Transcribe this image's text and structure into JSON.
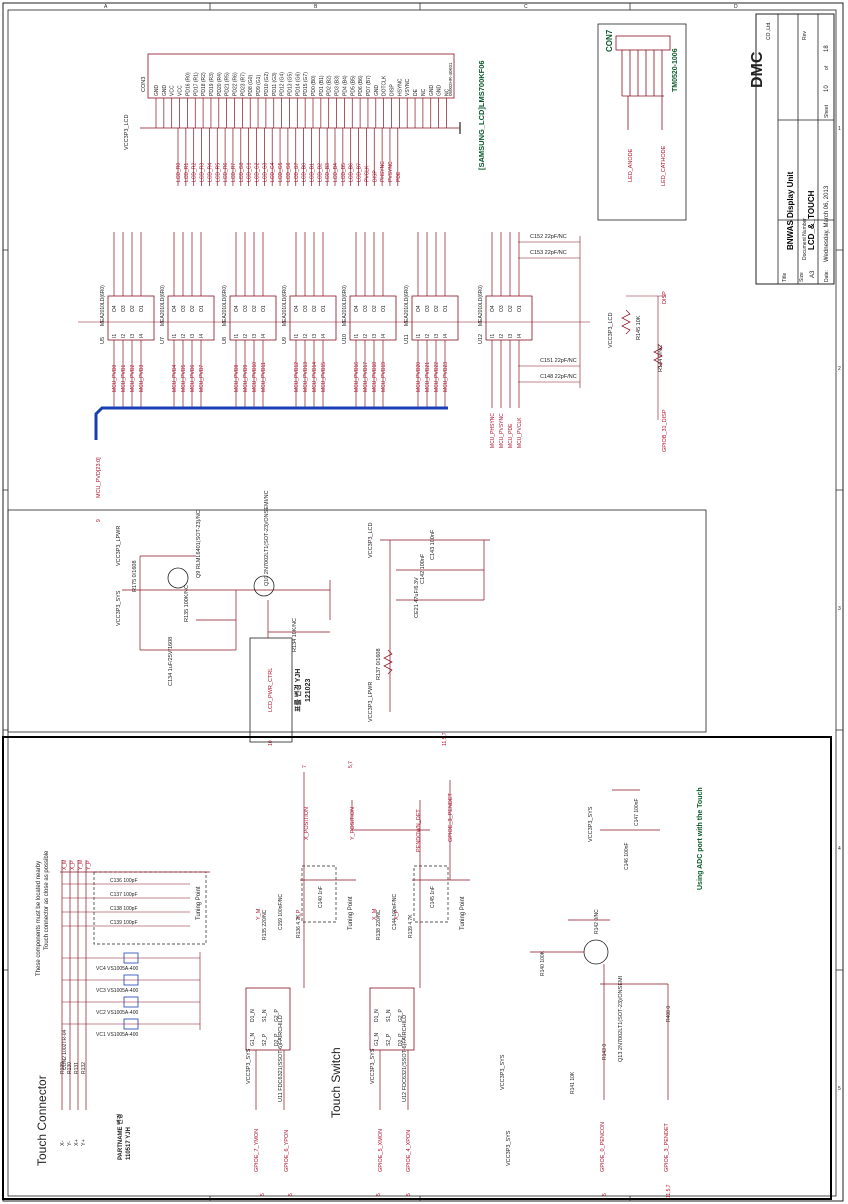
{
  "title_block": {
    "title_label": "Title",
    "title": "BNWAS Display Unit",
    "size_label": "Size",
    "size": "A3",
    "doc_label": "Document Number",
    "doc": "LCD_&_TOUCH",
    "rev_label": "Rev",
    "date_label": "Date:",
    "date": "Wednesday, March 06, 2013",
    "sheet_label": "Sheet",
    "sheet_no": "10",
    "of_label": "of",
    "sheet_total": "18",
    "logo": "DMC",
    "logo_sub": "CO.,Ltd."
  },
  "lcd": {
    "connector_ref": "CON3",
    "connector_part": "[SAMSUNG_LCD]LMS700KF06",
    "connector_model": "05002HR-40K01",
    "power_net": "VCC3P3_LCD",
    "pins": [
      "GND",
      "GND",
      "VCC",
      "VCC",
      "PD16 (R0)",
      "PD17 (R1)",
      "PD18 (R2)",
      "PD19 (R3)",
      "PD20 (R4)",
      "PD21 (R5)",
      "PD22 (R6)",
      "PD23 (R7)",
      "PD8 (G0)",
      "PD9 (G1)",
      "PD10 (G2)",
      "PD11 (G3)",
      "PD12 (G4)",
      "PD13 (G5)",
      "PD14 (G6)",
      "PD15 (G7)",
      "PD0 (B0)",
      "PD1 (B1)",
      "PD2 (B2)",
      "PD3 (B3)",
      "PD4 (B4)",
      "PD5 (B5)",
      "PD6 (B6)",
      "PD7 (B7)",
      "GND",
      "DOTCLK",
      "DISP",
      "HSYNC",
      "VSYNC",
      "DE",
      "NC",
      "GND",
      "GND",
      "NC"
    ],
    "nets_out": [
      "LCD_R0",
      "LCD_R1",
      "LCD_R2",
      "LCD_R3",
      "LCD_R4",
      "LCD_R5",
      "LCD_R6",
      "LCD_R7",
      "LCD_G0",
      "LCD_G1",
      "LCD_G2",
      "LCD_G3",
      "LCD_G4",
      "LCD_G5",
      "LCD_G6",
      "LCD_G7",
      "LCD_B0",
      "LCD_B1",
      "LCD_B2",
      "LCD_B3",
      "LCD_B4",
      "LCD_B5",
      "LCD_B6",
      "LCD_B7",
      "PVCLK",
      "DISP",
      "PHSYNC",
      "PVSYNC",
      "PDE"
    ]
  },
  "con7": {
    "ref": "CON7",
    "part": "TM0520-1006",
    "nets": [
      "LED_ANODE",
      "LED_CATHODE"
    ]
  },
  "buffers": {
    "part": "MEA2010LD(6R0)",
    "refs": [
      "U5",
      "U7",
      "U8",
      "U9",
      "U10",
      "U11",
      "U12"
    ],
    "pin_left": [
      "I1",
      "I2",
      "I3",
      "I4"
    ],
    "pin_right": [
      "O4",
      "O3",
      "O2",
      "O1"
    ],
    "bus": "MCU_PVD[23:0]",
    "mcu_nets": [
      "MCU_PVD0",
      "MCU_PVD1",
      "MCU_PVD2",
      "MCU_PVD3",
      "MCU_PVD4",
      "MCU_PVD5",
      "MCU_PVD6",
      "MCU_PVD7",
      "MCU_PVD8",
      "MCU_PVD9",
      "MCU_PVD10",
      "MCU_PVD11",
      "MCU_PVD12",
      "MCU_PVD13",
      "MCU_PVD14",
      "MCU_PVD15",
      "MCU_PVD16",
      "MCU_PVD17",
      "MCU_PVD18",
      "MCU_PVD19",
      "MCU_PVD20",
      "MCU_PVD21",
      "MCU_PVD22",
      "MCU_PVD23"
    ],
    "mcu_ctrl": [
      "MCU_PHSYNC",
      "MCU_PVSYNC",
      "MCU_PDE",
      "MCU_PVCLK"
    ],
    "caps": [
      "C152 22pF/NC",
      "C153 22pF/NC",
      "C151 22pF/NC",
      "C148 22pF/NC"
    ]
  },
  "disp": {
    "r145": "R145 10K",
    "r144": "R144 0/NC",
    "net_in": "GPIOB_31_DISP",
    "net_out": "DISP",
    "power": "VCC3P3_LCD"
  },
  "power_section": {
    "q9": "Q9 RLML6401(SOT-23)/NC",
    "q10": "Q10 2N7002LT1(SOT-23)/ONSEMI/NC",
    "r175": "R175 0/1608",
    "r135": "R135 100K/NC",
    "c134": "C134 1uF/25V/1608",
    "r134": "R134 10K/NC",
    "r137": "R137 0/1608",
    "c143": "C143 100nF",
    "c142": "C142 100nF",
    "ce21": "CE21 47uF/6.3V",
    "nets": [
      "VCC3P3_SYS",
      "VCC3P3_LCD",
      "VCC3P3_LPWR",
      "LCD_PWR_CTRL"
    ],
    "note_kr": "표를 변경 YJH",
    "note_date": "121023",
    "sheet_refs": [
      "9",
      "10",
      "11,5,7"
    ]
  },
  "touch": {
    "connector_title": "Touch Connector",
    "switch_title": "Touch Switch",
    "note1": "These components must be located nearby",
    "note2": "Touch connector as close as possible",
    "tuning": "Tuning Point",
    "adc_note": "Using ADC port with the Touch",
    "con": "CON2 1002TR-04",
    "partname": "PARTNAME 변경",
    "partname_date": "110517 YJH",
    "pins": [
      "X-",
      "Y-",
      "X+",
      "Y+"
    ],
    "r_names": [
      "R129",
      "R130",
      "R131",
      "R132"
    ],
    "varistors": [
      "VC4 VS1005A-400",
      "VC3 VS1005A-400",
      "VC2 VS1005A-400",
      "VC1 VS1005A-400"
    ],
    "tcaps": [
      "C136 100pF",
      "C137 100pF",
      "C138 100pF",
      "C139 100pF"
    ],
    "u11": "U11 FDC6321(SSOT-6)FAIRCHILD",
    "u12": "U12 FDC6321(SSOT-6)FAIRCHILD",
    "u_pins": [
      "G1_N",
      "S2_P",
      "D2_P",
      "D1_N",
      "S1_N",
      "G2_P"
    ],
    "q13": "Q13 2N7002LT1(SOT-23)/ONSEMI",
    "nets": [
      "GPIOE_7_YMON",
      "GPIOE_6_YPON",
      "GPIOE_5_XMON",
      "GPIOE_4_XPON",
      "GPIOE_0_PENCON",
      "GPIOE_3_PENDET",
      "X_POSITION",
      "Y_POSITION",
      "PENDOWN_DET",
      "VCC3P3_SYS",
      "X_M",
      "X_P",
      "Y_M",
      "Y_P"
    ],
    "passives": [
      "R135 220/NC",
      "C159 100nF/NC",
      "C140 1nF",
      "R136 4.7K",
      "R138 220/NC",
      "C144 100nF/NC",
      "C145 1nF",
      "R139 4.7K",
      "R140 100K",
      "R141 10K",
      "R142 0/NC",
      "R143 0",
      "R408 0",
      "C146 100nF",
      "C147 100nF"
    ],
    "sheet_refs": [
      "5",
      "7",
      "5,7",
      "11,5,7"
    ]
  },
  "border_markers": [
    "A",
    "B",
    "C",
    "D",
    "1",
    "2",
    "3",
    "4",
    "5"
  ]
}
